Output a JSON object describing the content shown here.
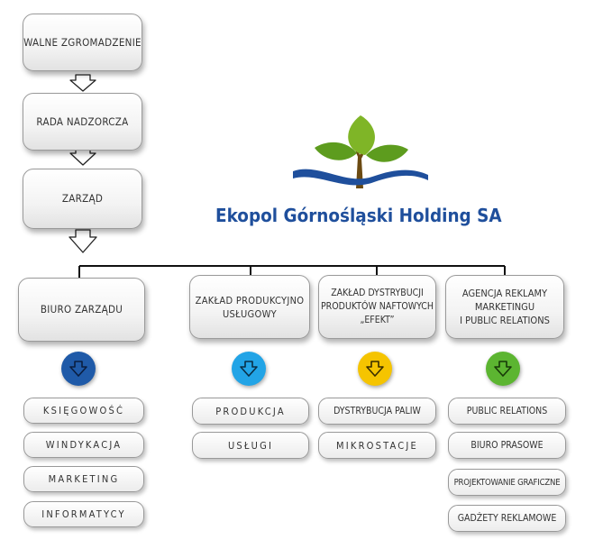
{
  "company": "Ekopol Górnośląski Holding SA",
  "colors": {
    "blue_dark": "#1f5aa8",
    "blue_light": "#22a4e6",
    "yellow": "#f5c400",
    "green": "#5cb531",
    "brand": "#1f4f9c"
  },
  "top_chain": [
    "WALNE ZGROMADZENIE",
    "RADA NADZORCZA",
    "ZARZĄD"
  ],
  "divisions": [
    {
      "title": "BIURO ZARZĄDU",
      "arrow_color": "#1f5aa8",
      "items": [
        "KSIĘGOWOŚĆ",
        "WINDYKACJA",
        "MARKETING",
        "INFORMATYCY"
      ]
    },
    {
      "title": "ZAKŁAD PRODUKCYJNO\nUSŁUGOWY",
      "arrow_color": "#22a4e6",
      "items": [
        "PRODUKCJA",
        "USŁUGI"
      ]
    },
    {
      "title": "ZAKŁAD DYSTRYBUCJI\nPRODUKTÓW NAFTOWYCH\n„EFEKT”",
      "arrow_color": "#f5c400",
      "items": [
        "DYSTRYBUCJA PALIW",
        "MIKROSTACJE"
      ]
    },
    {
      "title": "AGENCJA REKLAMY\nMARKETINGU\nI PUBLIC RELATIONS",
      "arrow_color": "#5cb531",
      "items": [
        "PUBLIC RELATIONS",
        "BIURO PRASOWE",
        "PROJEKTOWANIE GRAFICZNE",
        "GADŻETY REKLAMOWE"
      ]
    }
  ]
}
